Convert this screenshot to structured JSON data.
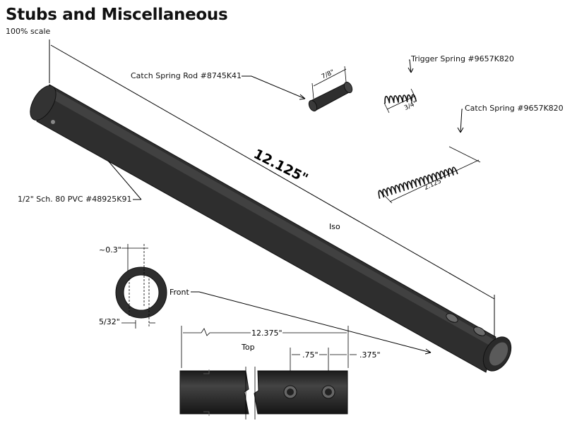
{
  "title": "Stubs and Miscellaneous",
  "scale": "100% scale",
  "labels": {
    "catch_spring_rod": "Catch Spring Rod #8745K41",
    "trigger_spring": "Trigger Spring #9657K820",
    "catch_spring": "Catch Spring #9657K820",
    "pvc": "1/2\" Sch. 80 PVC #48925K91",
    "iso": "Iso",
    "front": "Front",
    "top": "Top"
  },
  "dimensions": {
    "pipe_length": "12.125\"",
    "rod_length": "7/8\"",
    "trigger_spring_length": "3/4\"",
    "catch_spring_length": "2.125\"",
    "wall_thickness": "~0.3\"",
    "hole_size": "5/32\"",
    "top_length": "12.375\"",
    "hole_spacing": ".75\"",
    "hole_offset": ".375\""
  },
  "colors": {
    "pipe": "#2b2b2b",
    "pipe_highlight": "#4a4a4a",
    "line": "#000000"
  }
}
